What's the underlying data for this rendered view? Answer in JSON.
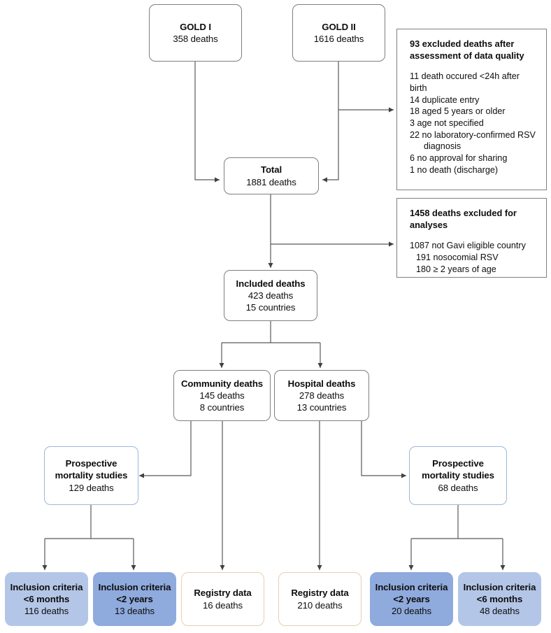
{
  "diagram": {
    "title": "RSV mortality study inclusion flowchart",
    "colors": {
      "fill_light_blue": "#b4c6e7",
      "fill_medium_blue": "#8faadc",
      "tan_border": "#e8cfb4",
      "blue_border": "#9db8d6",
      "gray_border": "#7f7f7f",
      "text": "#0d0d0d"
    },
    "nodes": {
      "gold1": {
        "title": "GOLD I",
        "line1": "358 deaths"
      },
      "gold2": {
        "title": "GOLD II",
        "line1": "1616 deaths"
      },
      "total": {
        "title": "Total",
        "line1": "1881 deaths"
      },
      "included": {
        "title": "Included deaths",
        "line1": "423 deaths",
        "line2": "15 countries"
      },
      "community": {
        "title": "Community deaths",
        "line1": "145 deaths",
        "line2": "8 countries"
      },
      "hospital": {
        "title": "Hospital deaths",
        "line1": "278 deaths",
        "line2": "13 countries"
      },
      "prospective_left": {
        "title": "Prospective",
        "title2": "mortality studies",
        "line1": "129 deaths"
      },
      "prospective_right": {
        "title": "Prospective",
        "title2": "mortality studies",
        "line1": "68 deaths"
      },
      "incl_6m_left": {
        "title": "Inclusion criteria",
        "title2": "<6 months",
        "line1": "116 deaths"
      },
      "incl_2y_left": {
        "title": "Inclusion criteria",
        "title2": "<2 years",
        "line1": "13 deaths"
      },
      "registry_left": {
        "title": "Registry data",
        "line1": "16 deaths"
      },
      "registry_right": {
        "title": "Registry data",
        "line1": "210 deaths"
      },
      "incl_2y_right": {
        "title": "Inclusion criteria",
        "title2": "<2 years",
        "line1": "20 deaths"
      },
      "incl_6m_right": {
        "title": "Inclusion criteria",
        "title2": "<6 months",
        "line1": "48 deaths"
      }
    },
    "notes": {
      "excluded_quality": {
        "heading_line1": "93 excluded deaths after",
        "heading_line2": "assessment of data quality",
        "items": [
          "11 death occured <24h after",
          "birth",
          "14 duplicate entry",
          "18 aged 5 years or older",
          "3 age not specified",
          "22 no laboratory-confirmed RSV",
          "diagnosis",
          "6 no approval for sharing",
          "1 no death (discharge)"
        ]
      },
      "excluded_analyses": {
        "heading_line1": "1458 deaths excluded for",
        "heading_line2": "analyses",
        "items": [
          "1087 not Gavi eligible country",
          "191 nosocomial RSV",
          "180 ≥ 2 years of age"
        ]
      }
    }
  }
}
